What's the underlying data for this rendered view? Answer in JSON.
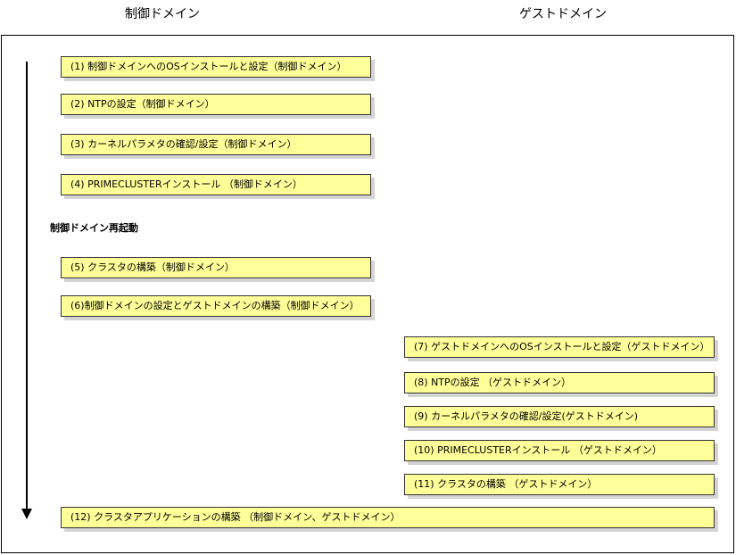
{
  "headers": {
    "control_domain": "制御ドメイン",
    "guest_domain": "ゲストドメイン"
  },
  "steps": [
    "(1) 制御ドメインへのOSインストールと設定（制御ドメイン）",
    "(2) NTPの設定（制御ドメイン）",
    "(3) カーネルパラメタの確認/設定（制御ドメイン）",
    "(4) PRIMECLUSTERインストール （制御ドメイン）",
    "(5) クラスタの構築（制御ドメイン）",
    "(6)制御ドメインの設定とゲストドメインの構築（制御ドメイン）",
    "(7) ゲストドメインへのOSインストールと設定（ゲストドメイン）",
    "(8) NTPの設定 （ゲストドメイン）",
    "(9) カーネルパラメタの確認/設定(ゲストドメイン)",
    "(10) PRIMECLUSTERインストール （ゲストドメイン）",
    "(11) クラスタの構築 （ゲストドメイン）",
    "(12) クラスタアプリケーションの構築 （制御ドメイン、ゲストドメイン）"
  ],
  "reboot_note": "制御ドメイン再起動",
  "colors": {
    "step_fill": "#ffff99",
    "step_border": "#333333",
    "shadow": "#d4d4d4"
  }
}
